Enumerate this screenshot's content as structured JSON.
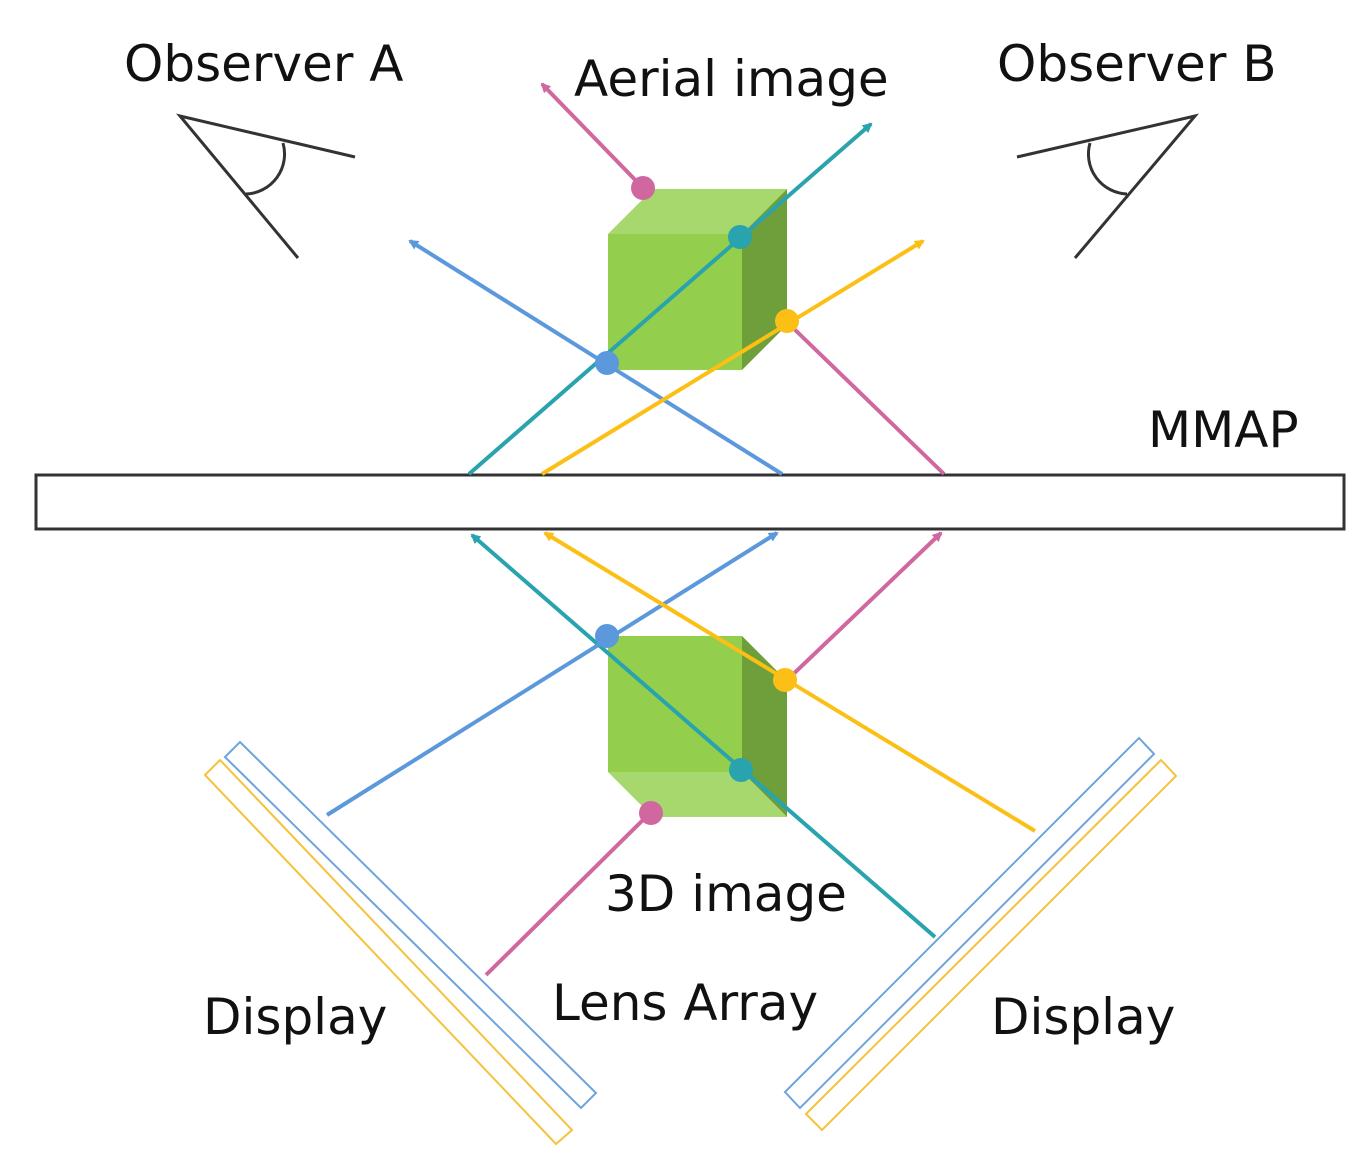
{
  "labels": {
    "observer_a": "Observer A",
    "observer_b": "Observer B",
    "aerial_image": "Aerial image",
    "mmap": "MMAP",
    "image_3d": "3D image",
    "lens_array": "Lens Array",
    "display_left": "Display",
    "display_right": "Display"
  },
  "colors": {
    "pink": "#d0689f",
    "teal": "#29a3ad",
    "blue": "#5b99dc",
    "yellow": "#fbbf15",
    "cube_front": "#93cf4c",
    "cube_top": "#a6d86d",
    "cube_side": "#6e9f3a",
    "outline": "#333333",
    "display_blue": "#6fa3dc",
    "display_yellow": "#f5c23c"
  }
}
